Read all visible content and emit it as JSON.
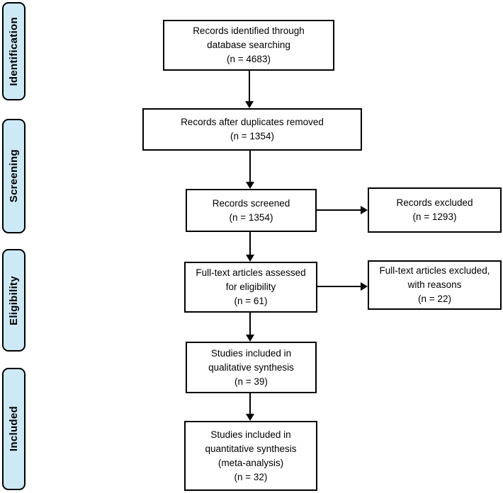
{
  "colors": {
    "stage_fill": "#cde9f6",
    "line_color": "#000000",
    "background": "#ffffff"
  },
  "stages": [
    {
      "label": "Identification"
    },
    {
      "label": "Screening"
    },
    {
      "label": "Eligibility"
    },
    {
      "label": "Included"
    }
  ],
  "flow": {
    "main_boxes": [
      {
        "id": "records-identified",
        "text": "Records identified through\ndatabase searching\n(n = 4683)",
        "n": 4683
      },
      {
        "id": "duplicates-removed",
        "text": "Records after duplicates removed\n(n = 1354)",
        "n": 1354
      },
      {
        "id": "records-screened",
        "text": "Records screened\n(n = 1354)",
        "n": 1354
      },
      {
        "id": "fulltext-assessed",
        "text": "Full-text articles assessed\nfor eligibility\n(n = 61)",
        "n": 61
      },
      {
        "id": "qualitative-synthesis",
        "text": "Studies included in\nqualitative synthesis\n(n = 39)",
        "n": 39
      },
      {
        "id": "quantitative-synthesis",
        "text": "Studies included in\nquantitative synthesis\n(meta-analysis)\n(n = 32)",
        "n": 32
      }
    ],
    "side_boxes": [
      {
        "id": "records-excluded",
        "text": "Records excluded\n(n = 1293)",
        "n": 1293
      },
      {
        "id": "fulltext-excluded",
        "text": "Full-text articles excluded,\nwith reasons\n(n = 22)",
        "n": 22
      }
    ],
    "connections": [
      {
        "from": "records-identified",
        "to": "duplicates-removed",
        "direction": "down"
      },
      {
        "from": "duplicates-removed",
        "to": "records-screened",
        "direction": "down"
      },
      {
        "from": "records-screened",
        "to": "fulltext-assessed",
        "direction": "down"
      },
      {
        "from": "fulltext-assessed",
        "to": "qualitative-synthesis",
        "direction": "down"
      },
      {
        "from": "qualitative-synthesis",
        "to": "quantitative-synthesis",
        "direction": "down"
      },
      {
        "from": "records-screened",
        "to": "records-excluded",
        "direction": "right"
      },
      {
        "from": "fulltext-assessed",
        "to": "fulltext-excluded",
        "direction": "right"
      }
    ]
  }
}
